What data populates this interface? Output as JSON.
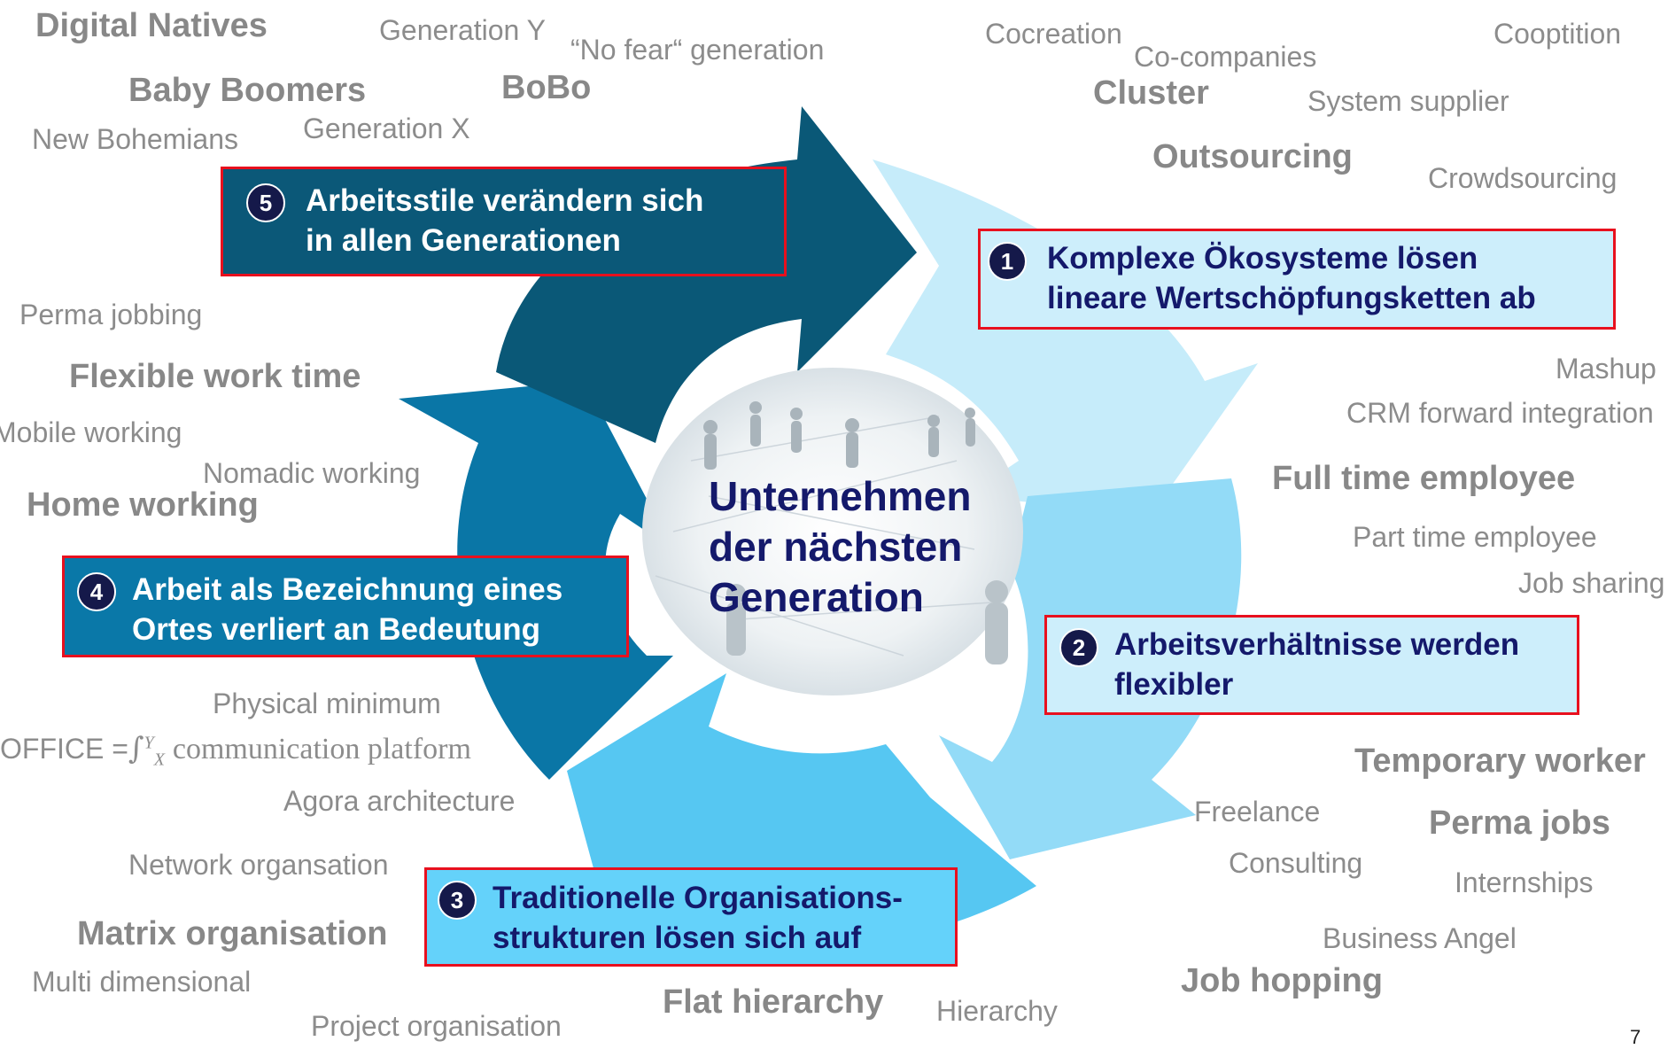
{
  "center_title": [
    "Unternehmen",
    "der nächsten",
    "Generation"
  ],
  "page_number": "7",
  "boxes": {
    "b1": {
      "num": "1",
      "lines": [
        "Komplexe Ökosysteme lösen",
        "lineare Wertschöpfungsketten ab"
      ]
    },
    "b2": {
      "num": "2",
      "lines": [
        "Arbeitsverhältnisse werden",
        "flexibler"
      ]
    },
    "b3": {
      "num": "3",
      "lines": [
        "Traditionelle Organisations-",
        "strukturen lösen sich auf"
      ]
    },
    "b4": {
      "num": "4",
      "lines": [
        "Arbeit als Bezeichnung eines",
        "Ortes verliert an Bedeutung"
      ]
    },
    "b5": {
      "num": "5",
      "lines": [
        "Arbeitsstile verändern sich",
        "in allen Generationen"
      ]
    }
  },
  "keywords": {
    "digital_natives": "Digital Natives",
    "generation_y": "Generation Y",
    "no_fear": "“No fear“ generation",
    "baby_boomers": "Baby Boomers",
    "bobo": "BoBo",
    "new_bohemians": "New Bohemians",
    "generation_x": "Generation X",
    "perma_jobbing": "Perma jobbing",
    "flexible_work_time": "Flexible work time",
    "mobile_working": "Mobile working",
    "nomadic_working": "Nomadic working",
    "home_working": "Home working",
    "physical_minimum": "Physical minimum",
    "agora": "Agora architecture",
    "network_org": "Network organsation",
    "matrix_org": "Matrix organisation",
    "multi_dim": "Multi dimensional",
    "project_org": "Project organisation",
    "flat_hierarchy": "Flat hierarchy",
    "hierarchy": "Hierarchy",
    "cocreation": "Cocreation",
    "co_companies": "Co-companies",
    "cooptition": "Cooptition",
    "cluster": "Cluster",
    "system_supplier": "System supplier",
    "outsourcing": "Outsourcing",
    "crowdsourcing": "Crowdsourcing",
    "mashup": "Mashup",
    "crm": "CRM forward integration",
    "full_time": "Full time employee",
    "part_time": "Part time employee",
    "job_sharing": "Job sharing",
    "temporary_worker": "Temporary worker",
    "freelance": "Freelance",
    "perma_jobs": "Perma jobs",
    "consulting": "Consulting",
    "internships": "Internships",
    "business_angel": "Business Angel",
    "job_hopping": "Job hopping"
  },
  "formula": {
    "prefix": "OFFICE =",
    "integral": "∫",
    "upper": "Y",
    "lower": "X",
    "suffix": "communication platform"
  },
  "colors": {
    "arrow_1": "#c6ecfa",
    "arrow_2": "#93dbf7",
    "arrow_3": "#56c7f2",
    "arrow_4": "#0a76a6",
    "arrow_5": "#0a5877",
    "highlight_border": "#e8101e",
    "navy_text": "#14196b"
  }
}
